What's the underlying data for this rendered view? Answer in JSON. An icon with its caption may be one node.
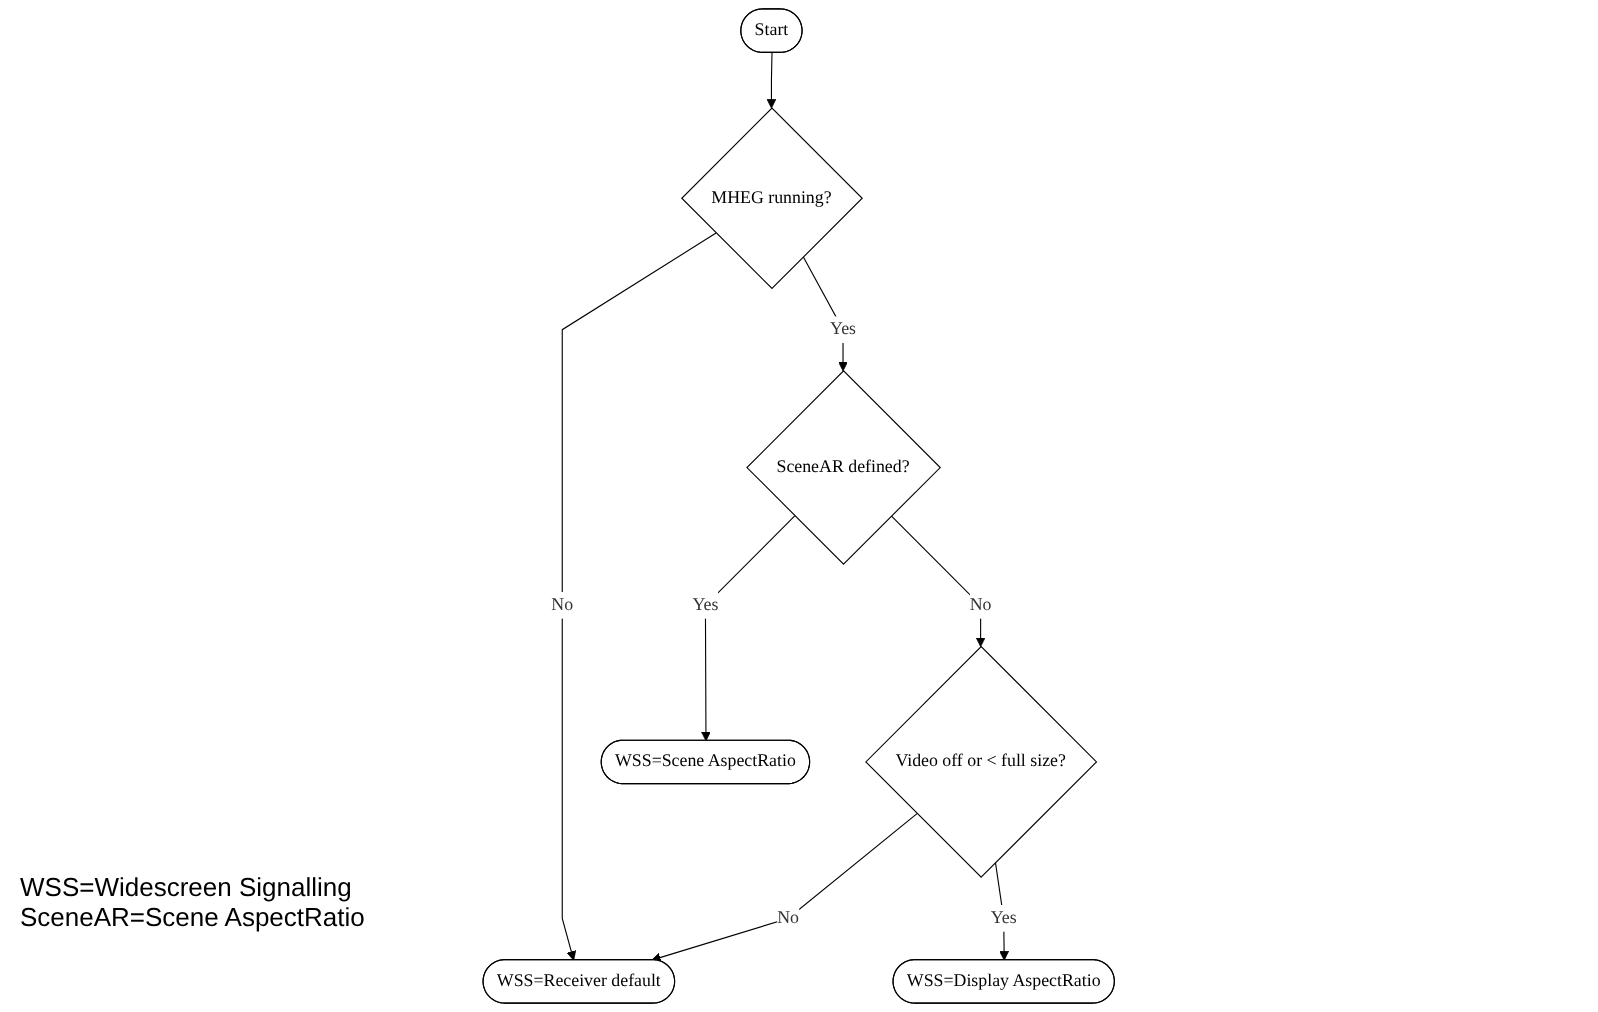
{
  "diagram": {
    "nodes": [
      {
        "text": [
          "Start"
        ]
      },
      {
        "text": [
          "MHEG running?"
        ]
      },
      {
        "text": [
          "SceneAR defined?"
        ]
      },
      {
        "text": [
          "WSS=Scene AspectRatio"
        ]
      },
      {
        "text": [
          "Video off or < full size?"
        ]
      },
      {
        "text": [
          "WSS=Receiver default"
        ]
      },
      {
        "text": [
          "WSS=Display AspectRatio"
        ]
      }
    ],
    "edges": [
      {
        "from": 0,
        "to": 1,
        "arrow": "to"
      },
      {
        "from": 1,
        "to": 5,
        "arrow": "to",
        "label": "No"
      },
      {
        "from": 1,
        "to": 2,
        "arrow": "to",
        "label": "Yes"
      },
      {
        "from": 2,
        "to": 3,
        "arrow": "to",
        "label": "Yes"
      },
      {
        "from": 2,
        "to": 4,
        "arrow": "to",
        "label": "No"
      },
      {
        "from": 4,
        "to": 5,
        "arrow": "to",
        "label": "No"
      },
      {
        "from": 4,
        "to": 6,
        "arrow": "to",
        "label": "Yes"
      }
    ],
    "labels": [
      "WSS=Widescreen Signalling",
      "SceneAR=Scene AspectRatio"
    ]
  }
}
